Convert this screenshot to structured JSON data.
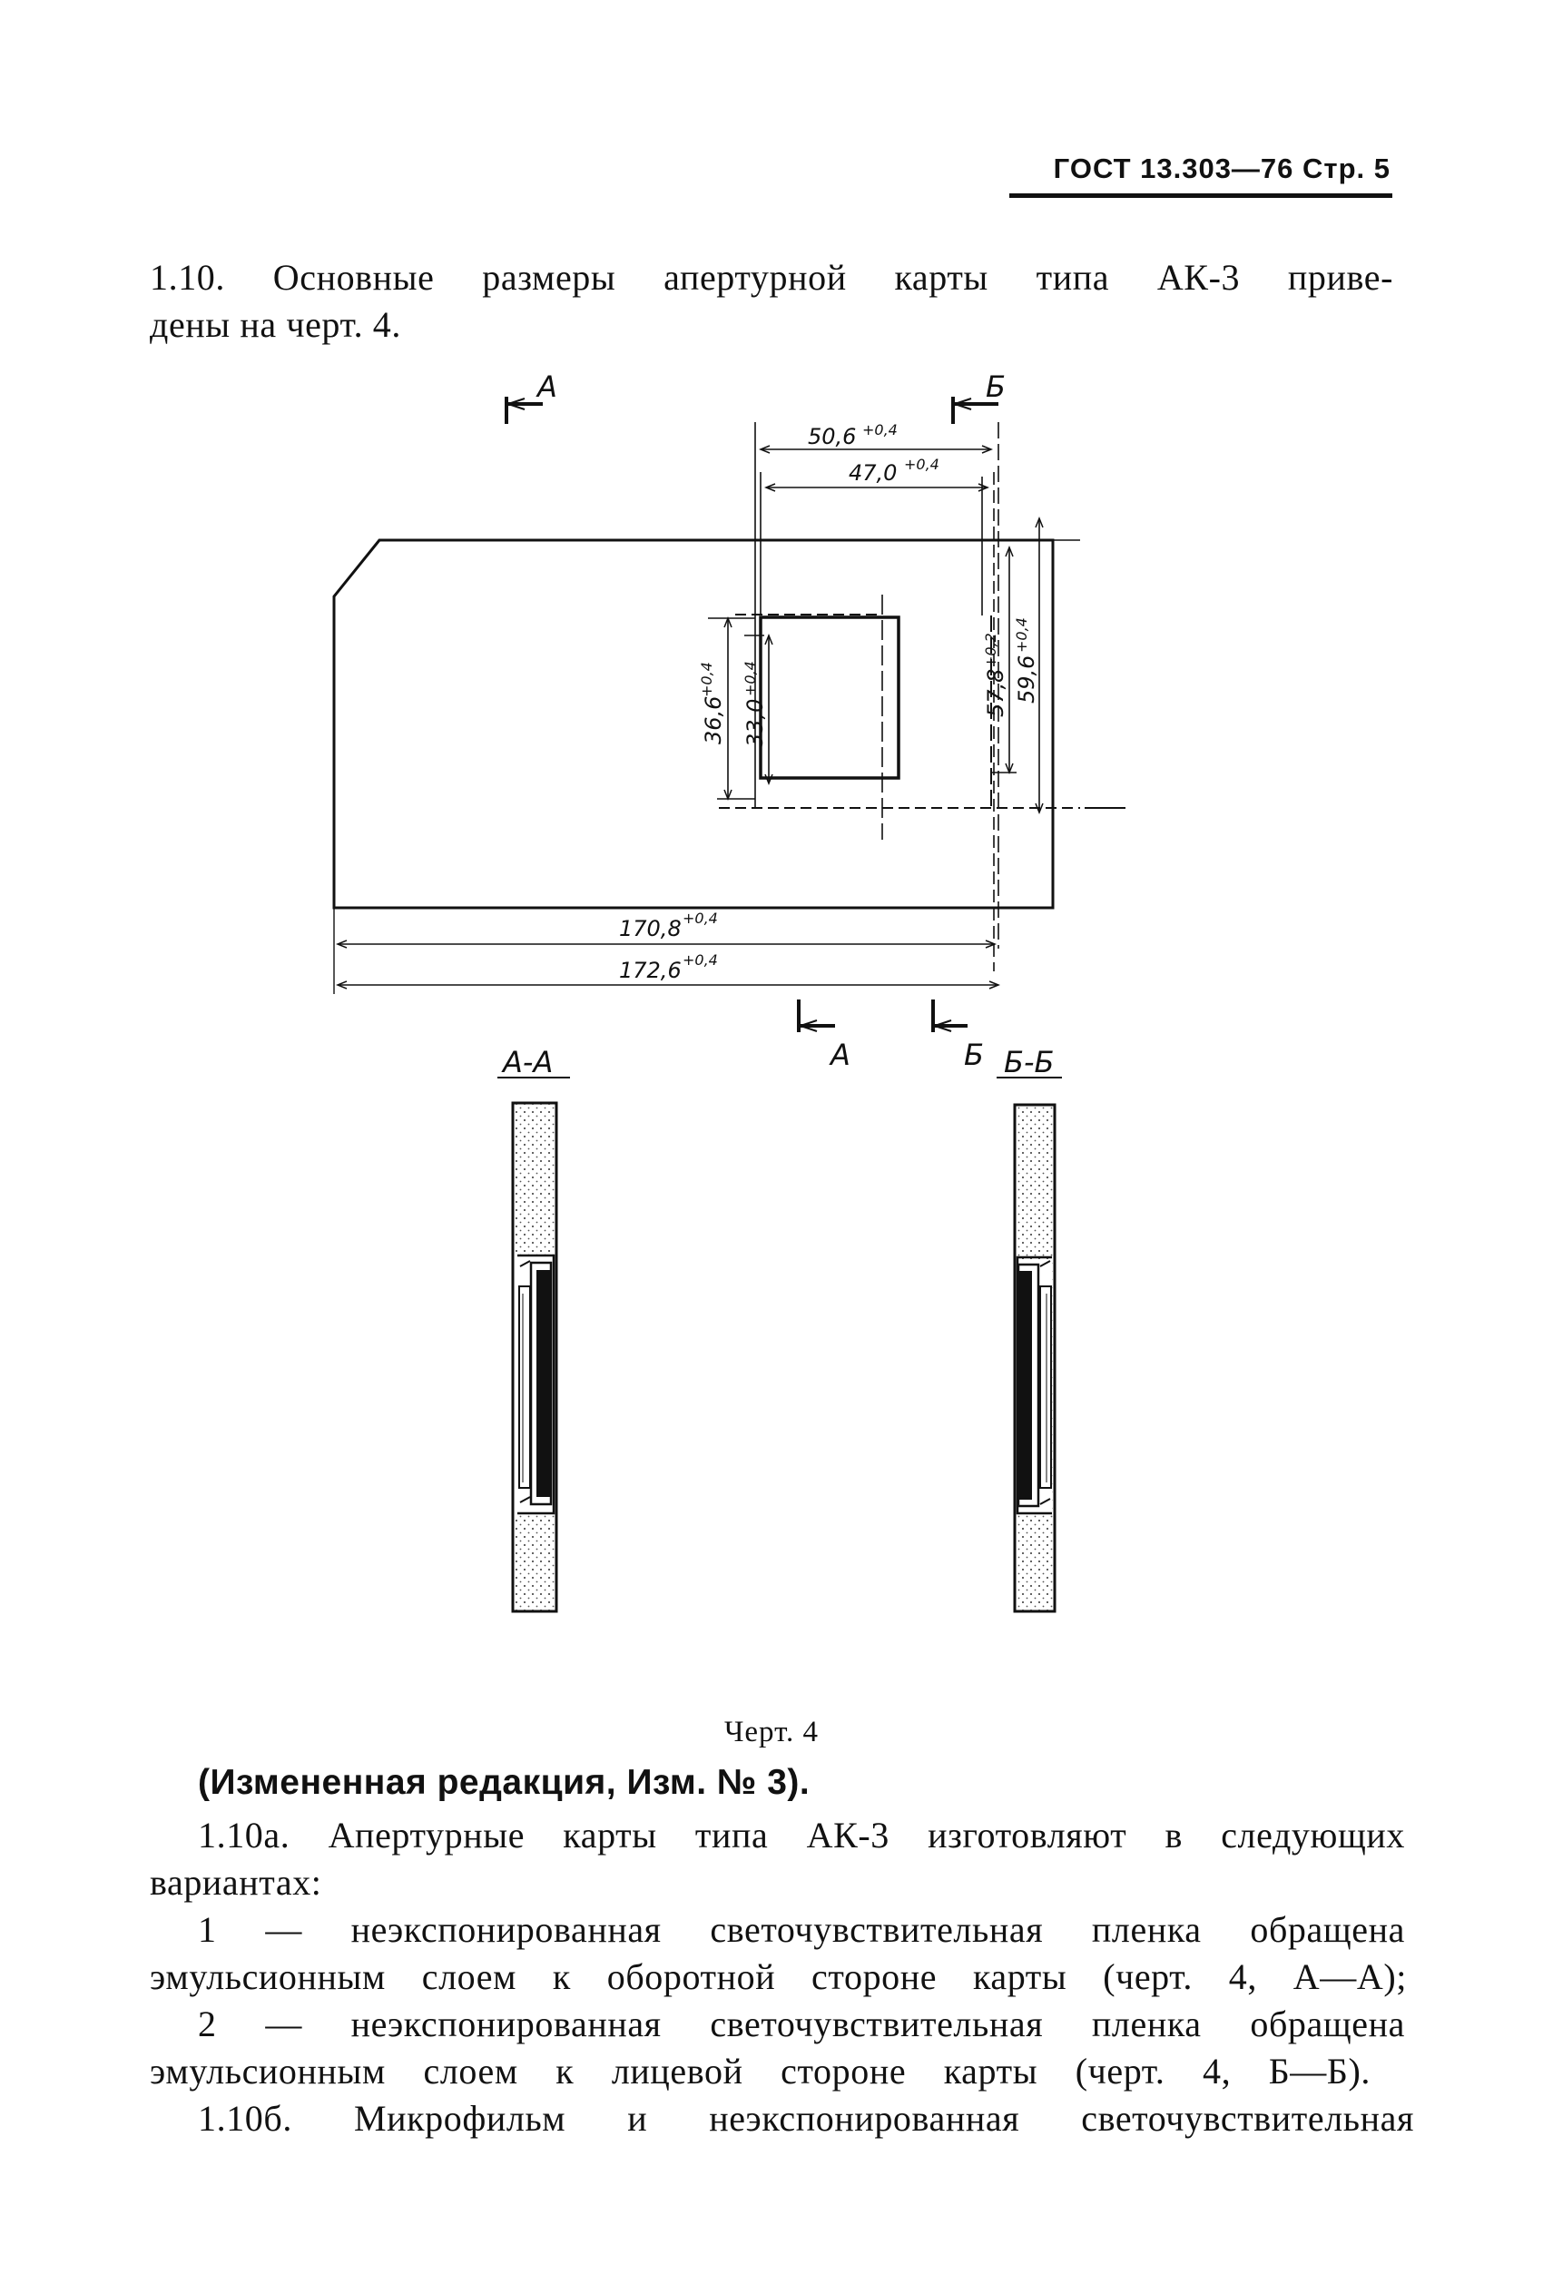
{
  "header": {
    "text": "ГОСТ 13.303—76 Стр. 5"
  },
  "paragraph_1_10": {
    "line1": "1.10. Основные размеры апертурной карты типа АК-3 приве-",
    "line2": "дены на черт. 4."
  },
  "drawing": {
    "section_a_top": "А",
    "section_b_top": "Б",
    "section_a_bottom": "А",
    "section_b_bottom": "Б",
    "dim_50_6": "50,6",
    "tol_50_6": "+0,4",
    "dim_47_0": "47,0",
    "tol_47_0": "+0,4",
    "dim_36_6": "36,6",
    "tol_36_6": "+0,4",
    "dim_33_0": "33,0",
    "tol_33_0": "+0,4",
    "dim_57_8": "57,8",
    "tol_57_8": "+0,2",
    "dim_59_6": "59,6",
    "tol_59_6": "+0,4",
    "dim_170_8": "170,8",
    "tol_170_8": "+0,4",
    "dim_172_6": "172,6",
    "tol_172_6": "+0,4",
    "section_aa_title": "А-А",
    "section_bb_title": "Б-Б"
  },
  "caption": "Черт. 4",
  "amendment": "(Измененная редакция, Изм. № 3).",
  "body_lines": [
    "1.10а. Апертурные карты типа АК-3 изготовляют в следующих",
    "вариантах:",
    "1 — неэкспонированная светочувствительная пленка обращена",
    "эмульсионным слоем к оборотной стороне карты (черт. 4, А—А);",
    "2 — неэкспонированная светочувствительная пленка обращена",
    "эмульсионным слоем к лицевой стороне карты (черт. 4, Б—Б).",
    "1.10б. Микрофильм и неэкспонированная светочувствительная"
  ]
}
